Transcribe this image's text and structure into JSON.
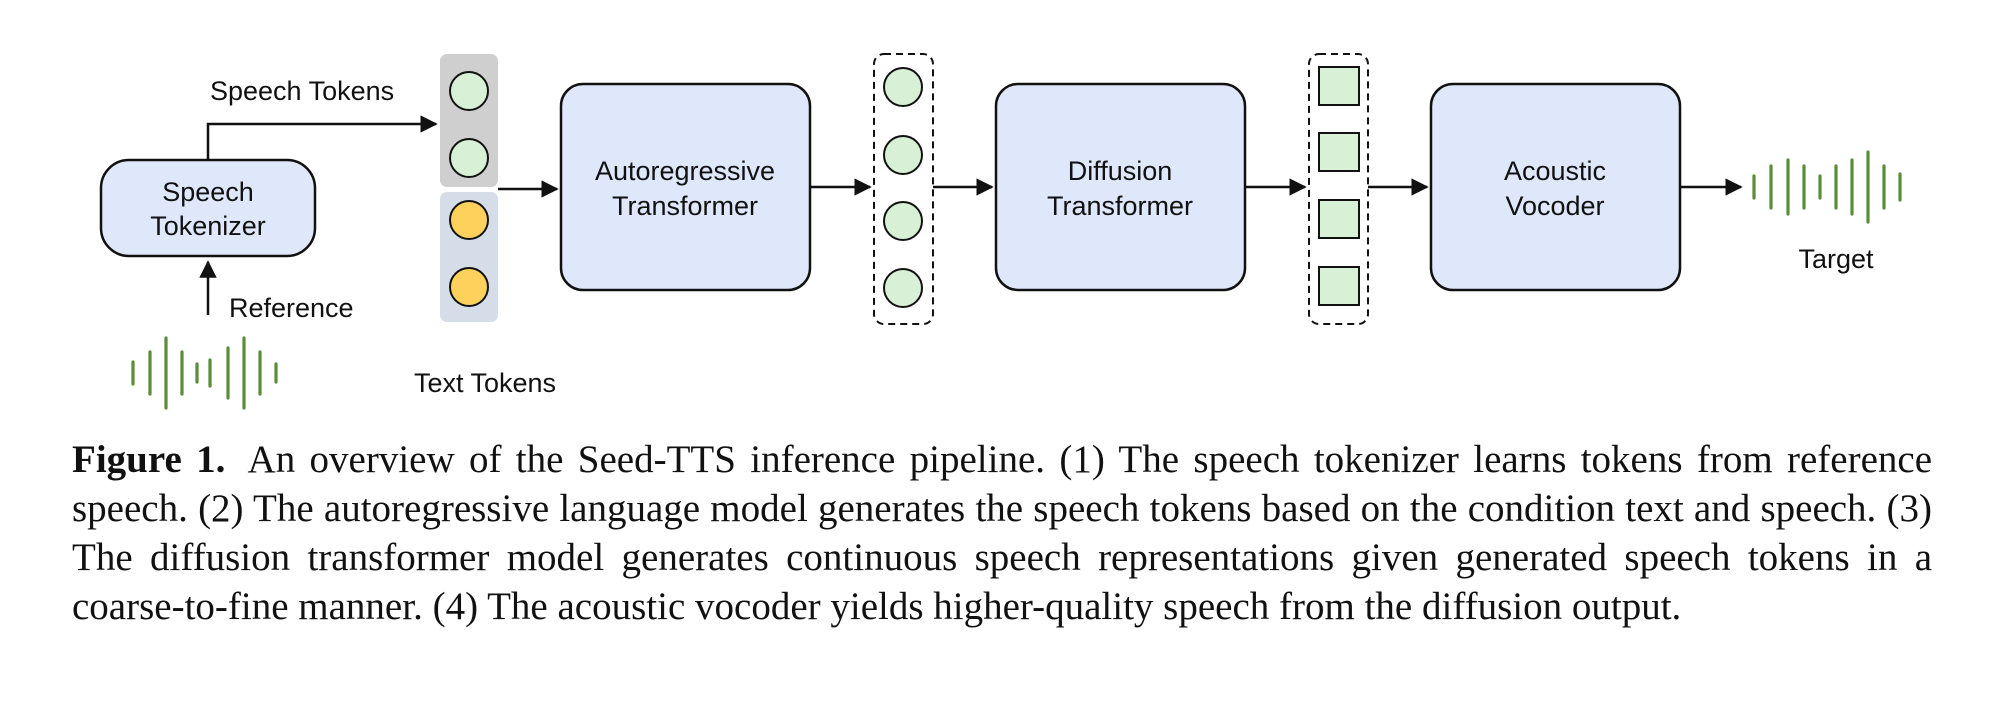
{
  "diagram": {
    "speech_tokenizer": [
      "Speech",
      "Tokenizer"
    ],
    "autoregressive_transformer": [
      "Autoregressive",
      "Transformer"
    ],
    "diffusion_transformer": [
      "Diffusion",
      "Transformer"
    ],
    "acoustic_vocoder": [
      "Acoustic",
      "Vocoder"
    ],
    "speech_tokens_label": "Speech Tokens",
    "text_tokens_label": "Text Tokens",
    "reference_label": "Reference",
    "target_label": "Target",
    "colors": {
      "box_fill": "#dfe8fb",
      "box_stroke": "#111111",
      "speech_token": "#d8f0d6",
      "text_token": "#fdd15c",
      "token_bg_speech": "#cfcfcf",
      "token_bg_text": "#d5dde8",
      "waveform": "#5b8c3a"
    }
  },
  "caption": {
    "label": "Figure 1.",
    "text": "An overview of the Seed-TTS inference pipeline. (1) The speech tokenizer learns tokens from reference speech. (2) The autoregressive language model generates the speech tokens based on the condition text and speech. (3) The diffusion transformer model generates continuous speech representations given generated speech tokens in a coarse-to-fine manner. (4) The acoustic vocoder yields higher-quality speech from the diffusion output."
  }
}
